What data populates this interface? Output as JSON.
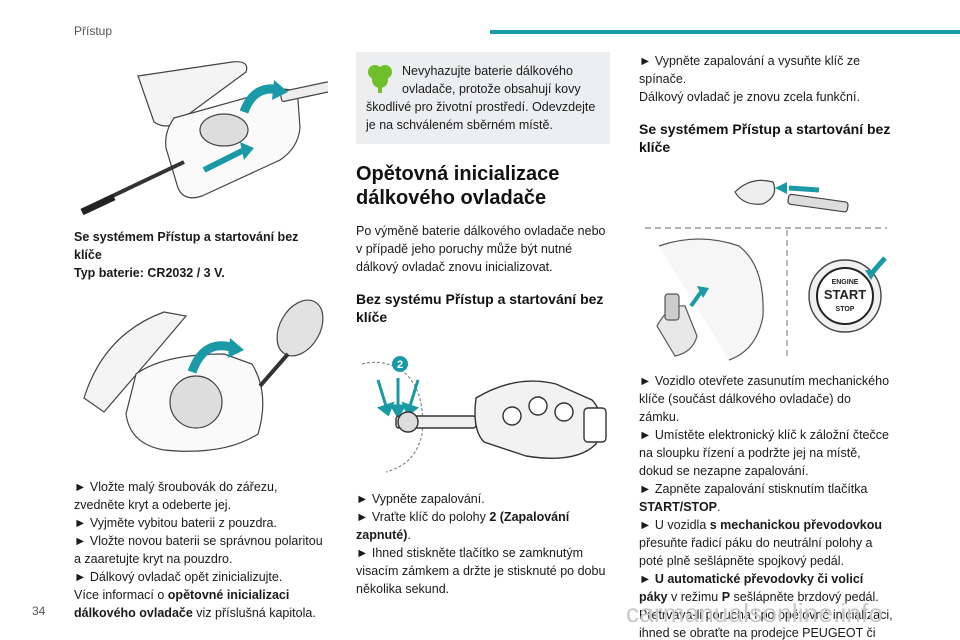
{
  "header": {
    "section": "Přístup"
  },
  "page_number": "34",
  "watermark": "carmanualsonline.info",
  "col1": {
    "caption_line1": "Se systémem Přístup a startování bez klíče",
    "caption_line2": "Typ baterie: CR2032 / 3 V.",
    "steps": [
      "Vložte malý šroubovák do zářezu, zvedněte kryt a odeberte jej.",
      "Vyjměte vybitou baterii z pouzdra.",
      "Vložte novou baterii se správnou polaritou a zaaretujte kryt na pouzdro.",
      "Dálkový ovladač opět zinicializujte."
    ],
    "more_prefix": "Více informací o ",
    "more_bold": "opětovné inicializaci dálkového ovladače",
    "more_suffix": " viz příslušná kapitola."
  },
  "col2": {
    "note": "Nevyhazujte baterie dálkového ovladače, protože obsahují kovy škodlivé pro životní prostředí. Odevzdejte je na schváleném sběrném místě.",
    "heading": "Opětovná inicializace dálkového ovladače",
    "intro": "Po výměně baterie dálkového ovladače nebo v případě jeho poruchy může být nutné dálkový ovladač znovu inicializovat.",
    "subheading": "Bez systému Přístup a startování bez klíče",
    "figure_label": "2",
    "steps": {
      "s1": "Vypněte zapalování.",
      "s2_prefix": "Vraťte klíč do polohy ",
      "s2_bold": "2 (Zapalování zapnuté)",
      "s2_suffix": ".",
      "s3": "Ihned stiskněte tlačítko se zamknutým visacím zámkem a držte je stisknuté po dobu několika sekund."
    }
  },
  "col3": {
    "step_top": "Vypněte zapalování a vysuňte klíč ze spínače.",
    "after_top": "Dálkový ovladač je znovu zcela funkční.",
    "subheading": "Se systémem Přístup a startování bez klíče",
    "start_button": {
      "line1": "ENGINE",
      "line2": "START",
      "line3": "STOP"
    },
    "steps": {
      "s1": "Vozidlo otevřete zasunutím mechanického klíče (součást dálkového ovladače) do zámku.",
      "s2": "Umístěte elektronický klíč k záložní čtečce na sloupku řízení a podržte jej na místě, dokud se nezapne zapalování.",
      "s3_prefix": "Zapněte zapalování stisknutím tlačítka ",
      "s3_bold": "START/STOP",
      "s3_suffix": ".",
      "s4_prefix": "U vozidla ",
      "s4_bold": "s mechanickou převodovkou",
      "s4_suffix": " přesuňte řadicí páku do neutrální polohy a poté plně sešlápněte spojkový pedál.",
      "s5_bold1": "U automatické převodovky či volicí páky",
      "s5_mid": " v režimu ",
      "s5_bold2": "P",
      "s5_suffix": " sešlápněte brzdový pedál."
    },
    "closing": "Přetrvává-li porucha i po opětovné inicializaci, ihned se obraťte na prodejce PEUGEOT či kvalifikovaný servis."
  },
  "colors": {
    "accent": "#1a9aa6",
    "note_bg": "#eceef0",
    "eco_green": "#6fbf2a"
  },
  "icons": [
    "recycle-tree-icon",
    "key-fob-icon",
    "screwdriver-icon",
    "start-stop-button-icon",
    "arrow-icon"
  ]
}
